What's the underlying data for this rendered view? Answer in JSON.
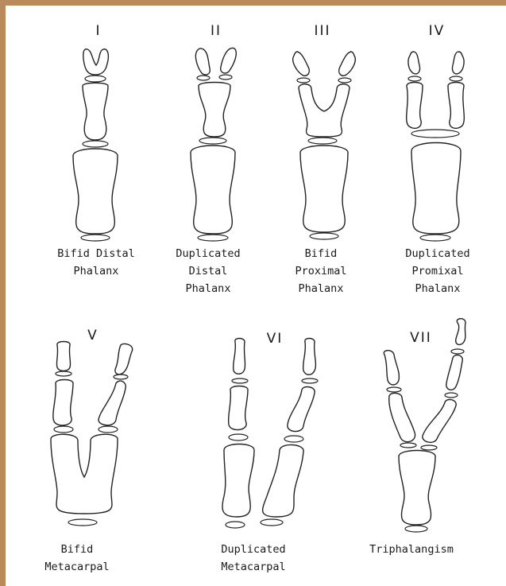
{
  "figures": [
    {
      "numeral": "I",
      "caption": [
        "Bifid Distal",
        "Phalanx"
      ]
    },
    {
      "numeral": "II",
      "caption": [
        "Duplicated",
        "Distal",
        "Phalanx"
      ]
    },
    {
      "numeral": "III",
      "caption": [
        "Bifid",
        "Proximal",
        "Phalanx"
      ]
    },
    {
      "numeral": "IV",
      "caption": [
        "Duplicated",
        "Promixal",
        "Phalanx"
      ]
    },
    {
      "numeral": "V",
      "caption": [
        "Bifid",
        "Metacarpal"
      ]
    },
    {
      "numeral": "VI",
      "caption": [
        "Duplicated",
        "Metacarpal"
      ]
    },
    {
      "numeral": "VII",
      "caption": [
        "Triphalangism"
      ]
    }
  ],
  "colors": {
    "frame": "#b98a5c",
    "ink": "#222222"
  }
}
